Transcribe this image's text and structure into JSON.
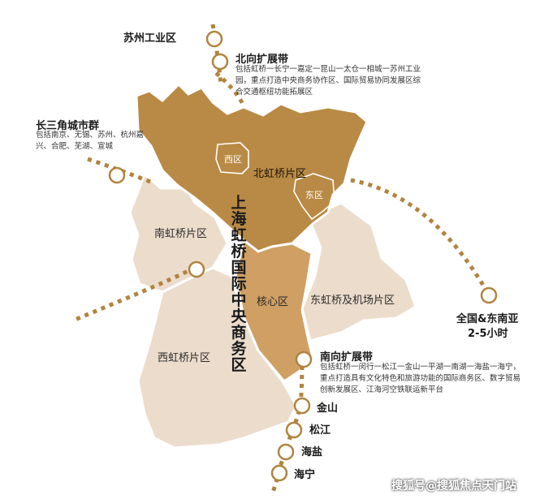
{
  "map": {
    "colors": {
      "beige": "#ecdccc",
      "gold": "#b98a45",
      "core": "#cf9f63",
      "dash": "#b0843f",
      "white": "#ffffff"
    },
    "vertical_title": "上海虹桥国际中央商务区",
    "regions": {
      "north": "北虹桥片区",
      "south": "南虹桥片区",
      "west": "西虹桥片区",
      "east": "东虹桥及机场片区",
      "core": "核心区",
      "west_zone": "西区",
      "east_zone": "东区"
    },
    "corridors": {
      "north": {
        "title": "北向扩展带",
        "desc": "包括虹桥一长宁一嘉定一昆山一太仓一相城一苏州工业园，重点打造中央商务协作区、国际贸易协同发展区综合交通枢纽功能拓展区"
      },
      "south": {
        "title": "南向扩展带",
        "desc": "包括虹桥一闵行一松江一金山一平湖一南湖一海盐一海宁，重点打造具有文化特色和旅游功能的国际商务区、数字贸易创新发展区、江海河空铁联运新平台"
      },
      "yangtze": {
        "title": "长三角城市群",
        "desc": "包括南京、无锡、苏州、杭州嘉兴、合肥、芜湖、宣城"
      },
      "national": {
        "title_line1": "全国&东南亚",
        "title_line2": "2-5小时"
      }
    },
    "places": {
      "suzhou": "苏州工业区",
      "jinshan": "金山",
      "songjiang": "松江",
      "haiyan": "海盐",
      "haining": "海宁"
    },
    "watermark": "搜狐号@搜狐焦点天门站"
  }
}
